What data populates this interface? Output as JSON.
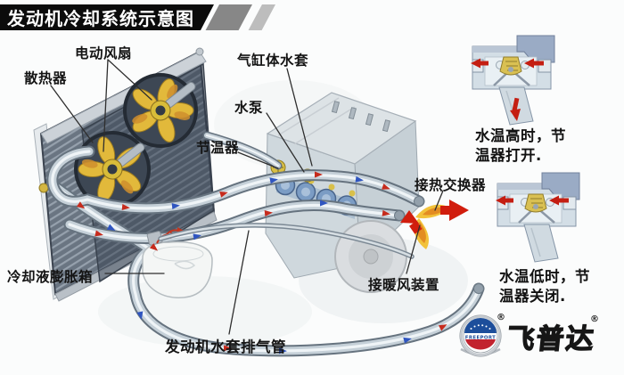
{
  "title": "发动机冷却系统示意图",
  "labels": {
    "electric_fan": "电动风扇",
    "radiator": "散热器",
    "cylinder_block_water_jacket": "气缸体水套",
    "water_pump": "水泵",
    "thermostat": "节温器",
    "to_heat_exchanger": "接热交换器",
    "coolant_expansion_tank": "冷却液膨胀箱",
    "to_heater_unit": "接暖风装置",
    "engine_water_jacket_vent_pipe": "发动机水套排气管"
  },
  "insets": {
    "thermostat_open": {
      "caption": "水温高时，节温器打开."
    },
    "thermostat_closed": {
      "caption": "水温低时，节温器关闭."
    }
  },
  "logo": {
    "badge_text": "FREEPORT",
    "brand_name": "飞普达",
    "registered_mark": "®"
  },
  "colors": {
    "banner_black": "#0b0b0b",
    "flow_red": "#c62b1d",
    "flow_blue": "#2f55c0",
    "flame_yellow": "#f2c23a",
    "logo_blue": "#1d4e9b",
    "logo_red": "#c2222e"
  }
}
